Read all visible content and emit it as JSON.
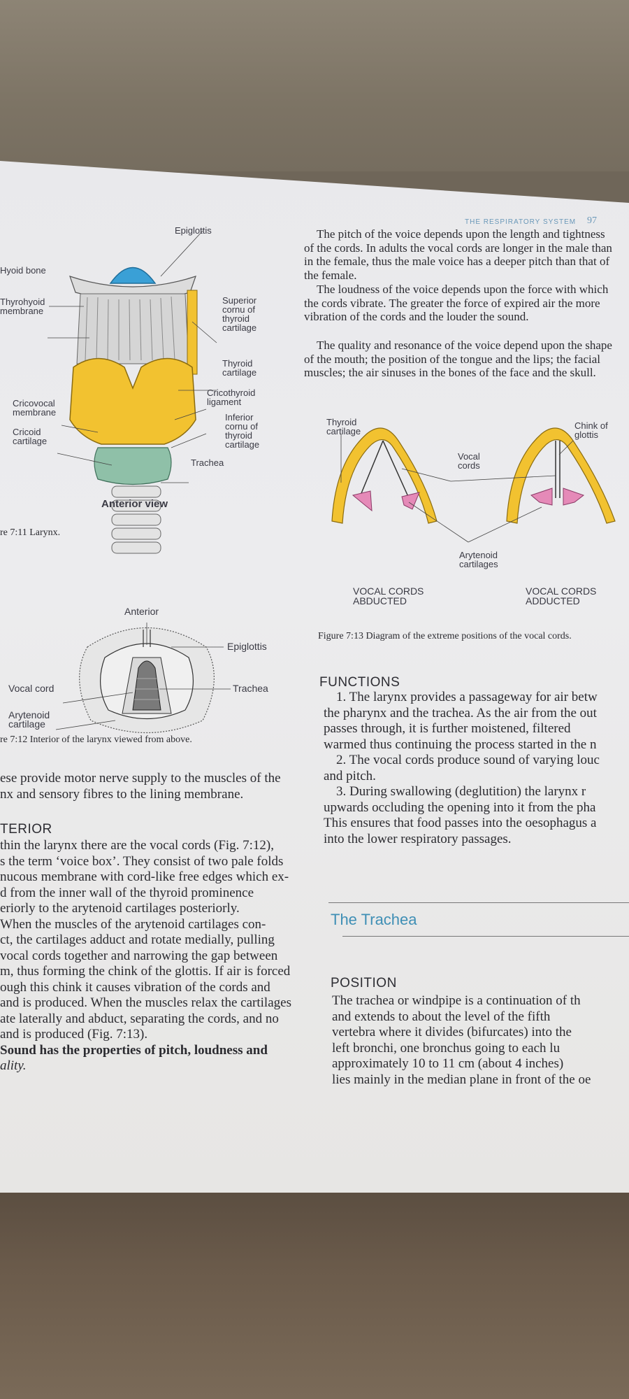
{
  "header": {
    "running_head": "THE RESPIRATORY SYSTEM",
    "page_number": "97"
  },
  "figure_7_11": {
    "labels": {
      "epiglottis": "Epiglottis",
      "hyoid_bone": "Hyoid bone",
      "thyrohyoid_membrane": "Thyrohyoid membrane",
      "superior_cornu": "Superior cornu of thyroid cartilage",
      "thyroid_cartilage": "Thyroid cartilage",
      "cricothyroid_ligament": "Cricothyroid ligament",
      "cricovocal_membrane": "Cricovocal membrane",
      "inferior_cornu": "Inferior cornu of thyroid cartilage",
      "cricoid_cartilage": "Cricoid cartilage",
      "trachea": "Trachea"
    },
    "view_label": "Anterior view",
    "caption": "re 7:11   Larynx."
  },
  "figure_7_12": {
    "labels": {
      "anterior": "Anterior",
      "epiglottis": "Epiglottis",
      "vocal_cord": "Vocal cord",
      "trachea": "Trachea",
      "arytenoid_cartilage": "Arytenoid cartilage"
    },
    "caption": "re 7:12   Interior of the larynx viewed from above."
  },
  "figure_7_13": {
    "labels": {
      "thyroid_cartilage": "Thyroid cartilage",
      "vocal_cords": "Vocal cords",
      "chink_of_glottis": "Chink of glottis",
      "arytenoid_cartilages": "Arytenoid cartilages",
      "abducted": "VOCAL CORDS ABDUCTED",
      "adducted": "VOCAL CORDS ADDUCTED"
    },
    "caption": "Figure 7:13   Diagram of the extreme positions of the vocal cords."
  },
  "right_intro": [
    "The pitch of the voice depends upon the length and tightness of the cords. In adults the vocal cords are longer in the male than in the female, thus the male voice has a deeper pitch than that of the female.",
    "The loudness of the voice depends upon the force with which the cords vibrate. The greater the force of expired air the more vibration of the cords and the louder the sound.",
    "The quality and resonance of the voice depend upon the shape of the mouth; the position of the tongue and the lips; the facial muscles; the air sinuses in the bones of the face and the skull."
  ],
  "functions": {
    "heading": "FUNCTIONS",
    "lines": [
      "1. The larynx provides a passageway for air betw",
      "the pharynx and the trachea. As the air from the out",
      "passes through, it is further moistened, filtered",
      "warmed thus continuing the process started in the n",
      "2. The vocal cords produce sound of varying louc",
      "and pitch.",
      "3. During swallowing (deglutition) the larynx r",
      "upwards occluding the opening into it from the pha",
      "This ensures that food passes into the oesophagus a",
      "into the lower respiratory passages."
    ]
  },
  "trachea_section": {
    "title": "The Trachea",
    "heading": "POSITION",
    "lines": [
      "The trachea or windpipe is a continuation of th",
      "and extends to about the level of the fifth",
      "vertebra where it divides (bifurcates) into the",
      "left bronchi, one bronchus going to each lu",
      "approximately 10 to 11 cm (about 4 inches)",
      "lies mainly in the median plane in front of the oe"
    ]
  },
  "left_text": {
    "nerve_lines": [
      "ese provide motor nerve supply to the muscles of the",
      "nx and sensory fibres to the lining membrane."
    ],
    "interior_heading": "TERIOR",
    "interior_lines": [
      "thin the larynx there are the vocal cords (Fig. 7:12),",
      "s the term ‘voice box’. They consist of two pale folds",
      "nucous membrane with cord-like free edges which ex-",
      "d from the inner wall of the thyroid prominence",
      "eriorly to the arytenoid cartilages posteriorly.",
      "When the muscles of the arytenoid cartilages con-",
      "ct, the cartilages adduct and rotate medially, pulling",
      "vocal cords together and narrowing the gap between",
      "m, thus forming the chink of the glottis. If air is forced",
      "ough this chink it causes vibration of the cords and",
      "and is produced. When the muscles relax the cartilages",
      "ate laterally and abduct, separating the cords, and no",
      "and is produced (Fig. 7:13).",
      "Sound has the properties of pitch, loudness and",
      "ality."
    ]
  },
  "colors": {
    "page": "#ebebed",
    "yellow": "#f2c230",
    "blue": "#3aa0d6",
    "green": "#8fc0a8",
    "pink": "#e58ab8",
    "ink": "#2b2b30",
    "teal_title": "#3f8fb5"
  }
}
